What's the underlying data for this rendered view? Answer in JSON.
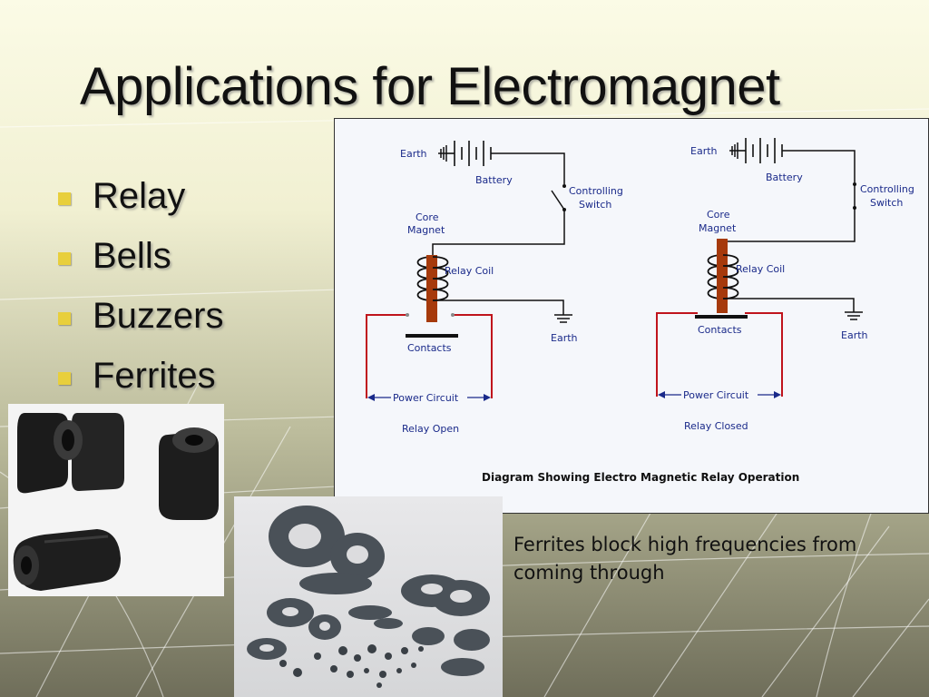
{
  "slide": {
    "title": "Applications for Electromagnet",
    "bullets": [
      "Relay",
      "Bells",
      "Buzzers",
      "Ferrites"
    ],
    "caption": "Ferrites block high frequencies from coming through"
  },
  "diagram": {
    "heading": "Diagram Showing Electro Magnetic Relay Operation",
    "left": {
      "earth_top": "Earth",
      "battery": "Battery",
      "switch_line1": "Controlling",
      "switch_line2": "Switch",
      "core_line1": "Core",
      "core_line2": "Magnet",
      "coil": "Relay Coil",
      "contacts": "Contacts",
      "earth_bottom": "Earth",
      "power_circuit": "Power Circuit",
      "state": "Relay Open"
    },
    "right": {
      "earth_top": "Earth",
      "battery": "Battery",
      "switch_line1": "Controlling",
      "switch_line2": "Switch",
      "core_line1": "Core",
      "core_line2": "Magnet",
      "coil": "Relay Coil",
      "contacts": "Contacts",
      "earth_bottom": "Earth",
      "power_circuit": "Power Circuit",
      "state": "Relay Closed"
    }
  },
  "colors": {
    "bullet": "#e8cf3c",
    "core": "#a63a0c",
    "power_wire": "#c0141c",
    "circuit_wire": "#111111",
    "label_blue": "#1a2a8a"
  }
}
